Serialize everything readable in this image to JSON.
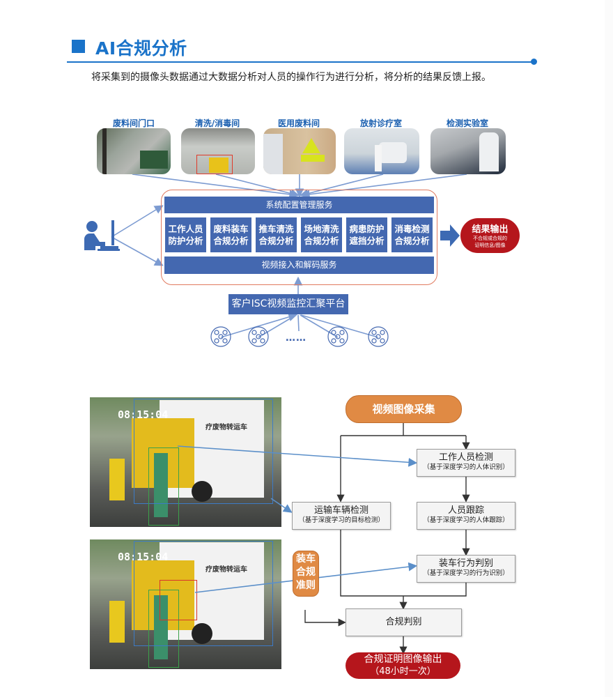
{
  "header": {
    "title": "AI合规分析",
    "description": "将采集到的摄像头数据通过大数据分析对人员的操作行为进行分析，将分析的结果反馈上报。"
  },
  "locations": [
    {
      "label": "废料间门口"
    },
    {
      "label": "清洗/消毒间"
    },
    {
      "label": "医用废料间"
    },
    {
      "label": "放射诊疗室"
    },
    {
      "label": "检测实验室"
    }
  ],
  "architecture": {
    "top_service": "系统配置管理服务",
    "bottom_service": "视频接入和解码服务",
    "modules": [
      {
        "line1": "工作人员",
        "line2": "防护分析"
      },
      {
        "line1": "废料装车",
        "line2": "合规分析"
      },
      {
        "line1": "推车清洗",
        "line2": "合规分析"
      },
      {
        "line1": "场地清洗",
        "line2": "合规分析"
      },
      {
        "line1": "病患防护",
        "line2": "遮挡分析"
      },
      {
        "line1": "消毒检测",
        "line2": "合规分析"
      }
    ],
    "result": {
      "title": "结果输出",
      "line1": "不合规或合规的",
      "line2": "证明信息/图像"
    },
    "platform": "客户ISC视频监控汇聚平台",
    "ellipsis": "……"
  },
  "camera_frames": [
    {
      "timestamp": "08:15:04",
      "truck_text": "疗废物转运车"
    },
    {
      "timestamp": "08:15:04",
      "truck_text": "疗废物转运车"
    }
  ],
  "flowchart": {
    "start": "视频图像采集",
    "worker_detect": {
      "title": "工作人员检测",
      "sub": "（基于深度学习的人体识别）"
    },
    "vehicle_detect": {
      "title": "运输车辆检测",
      "sub": "（基于深度学习的目标检测）"
    },
    "tracking": {
      "title": "人员跟踪",
      "sub": "（基于深度学习的人体跟踪）"
    },
    "loading": {
      "title": "装车行为判别",
      "sub": "（基于深度学习的行为识别）"
    },
    "rules": {
      "line1": "装车",
      "line2": "合规",
      "line3": "准则"
    },
    "judge": "合规判别",
    "output": {
      "line1": "合规证明图像输出",
      "line2": "（48小时一次）"
    }
  },
  "colors": {
    "brand_blue": "#1a73c9",
    "box_blue": "#4468b0",
    "result_red": "#b5161c",
    "orange": "#e08a44"
  }
}
